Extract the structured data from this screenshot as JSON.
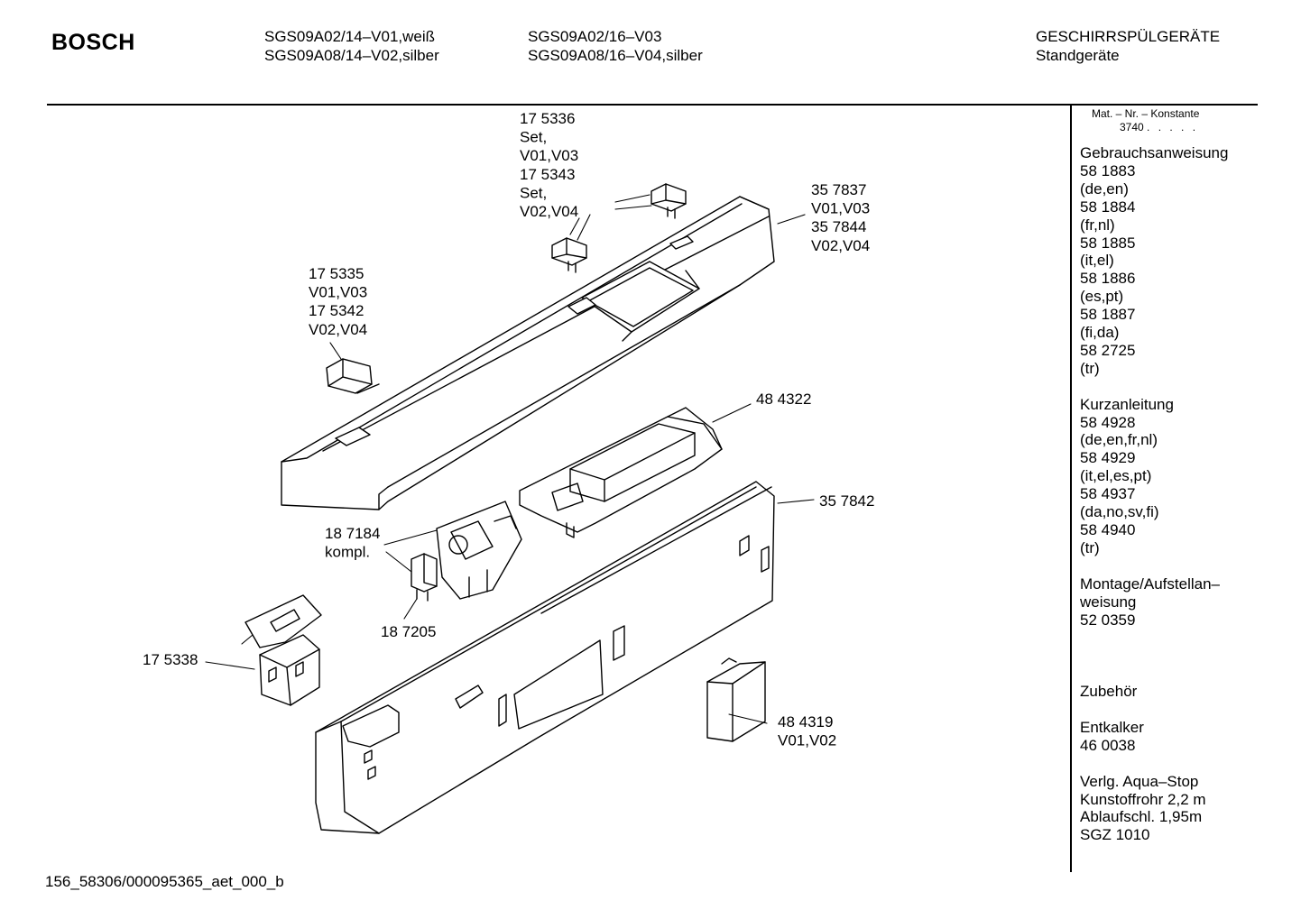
{
  "header": {
    "brand": "BOSCH",
    "models_col1": [
      "SGS09A02/14–V01,weiß",
      "SGS09A08/14–V02,silber"
    ],
    "models_col2": [
      "SGS09A02/16–V03",
      "SGS09A08/16–V04,silber"
    ],
    "category": [
      "GESCHIRRSPÜLGERÄTE",
      "Standgeräte"
    ]
  },
  "sidebar": {
    "mat_header": "Mat. – Nr. – Konstante",
    "mat_value": "3740",
    "mat_dots": ". . . . .",
    "groups": [
      [
        "Gebrauchsanweisung",
        "58 1883",
        "(de,en)",
        "58 1884",
        "(fr,nl)",
        "58 1885",
        "(it,el)",
        "58 1886",
        "(es,pt)",
        "58 1887",
        "(fi,da)",
        "58 2725",
        "(tr)"
      ],
      [
        "Kurzanleitung",
        "58 4928",
        "(de,en,fr,nl)",
        "58 4929",
        "(it,el,es,pt)",
        "58 4937",
        "(da,no,sv,fi)",
        "58 4940",
        "(tr)"
      ],
      [
        "Montage/Aufstellan–",
        "weisung",
        "52 0359"
      ],
      [
        ""
      ],
      [
        "Zubehör"
      ],
      [
        "Entkalker",
        "46 0038"
      ],
      [
        "Verlg. Aqua–Stop",
        "Kunstoffrohr 2,2 m",
        "Ablaufschl. 1,95m",
        "SGZ 1010"
      ]
    ]
  },
  "labels": {
    "knob_set": [
      "17 5336",
      "Set,",
      "V01,V03",
      "17 5343",
      "Set,",
      "V02,V04"
    ],
    "panel": [
      "35 7837",
      "V01,V03",
      "35 7844",
      "V02,V04"
    ],
    "button": [
      "17 5335",
      "V01,V03",
      "17 5342",
      "V02,V04"
    ],
    "module_48": [
      "48 4322"
    ],
    "housing": [
      "35 7842"
    ],
    "switch": [
      "18 7184",
      "kompl."
    ],
    "switch_small": [
      "18 7205"
    ],
    "relay": [
      "17 5338"
    ],
    "module_48b": [
      "48 4319",
      "V01,V02"
    ]
  },
  "footer": {
    "code": "156_58306/000095365_aet_000_b"
  }
}
